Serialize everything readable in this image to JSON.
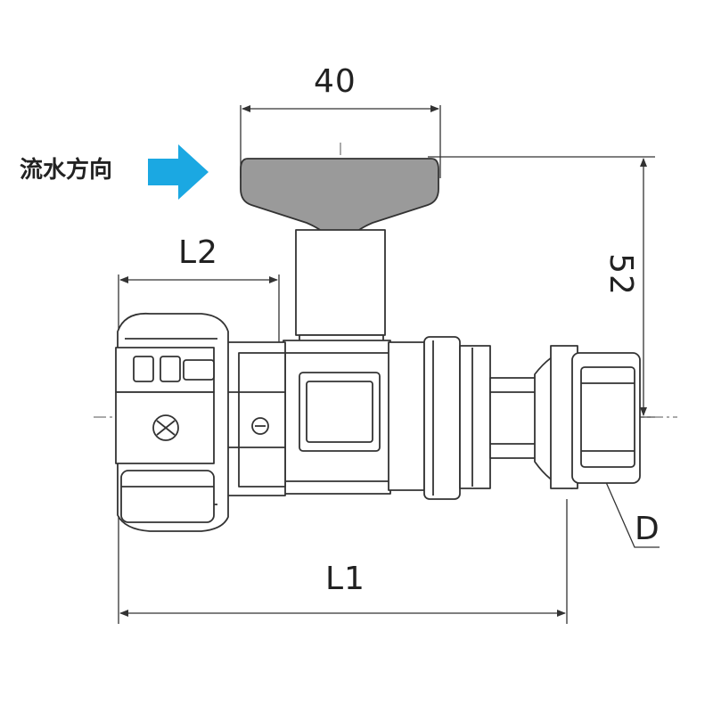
{
  "flow_direction": {
    "label": "流水方向",
    "arrow_color": "#1ba8e2",
    "arrow_icon": "right-arrow-icon"
  },
  "dimensions": {
    "handle_width": "40",
    "height": "52",
    "l1": "L1",
    "l2": "L2",
    "d": "D"
  },
  "colors": {
    "line": "#333333",
    "handle_fill": "#9a9a9a",
    "body_fill": "#ffffff"
  }
}
